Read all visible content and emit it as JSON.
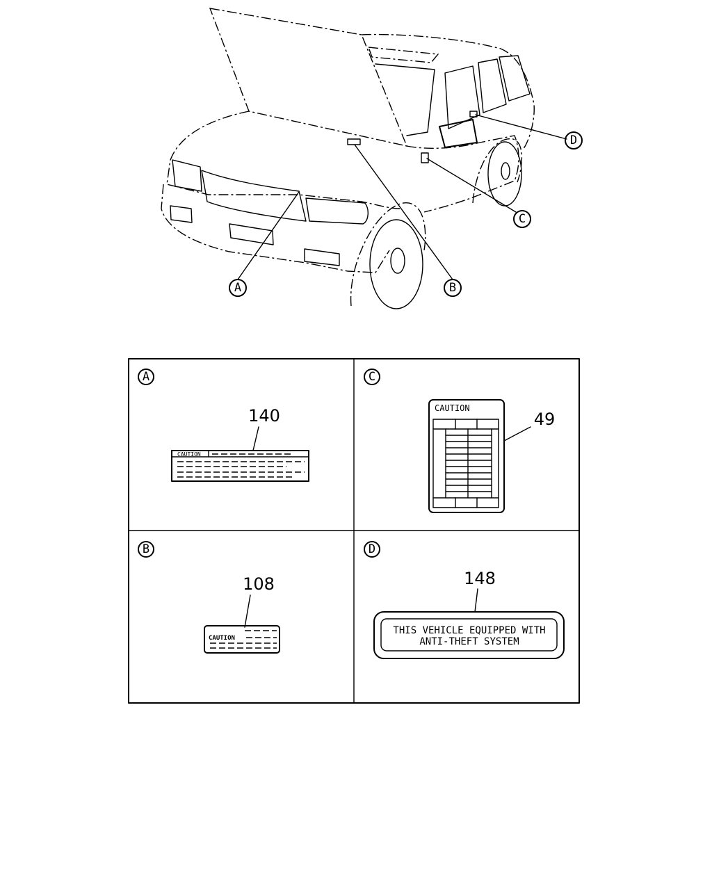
{
  "callouts": {
    "a": "A",
    "b": "B",
    "c": "C",
    "d": "D"
  },
  "panels": {
    "a": {
      "letter": "A",
      "part_number": "140",
      "label_title": "CAUTION"
    },
    "b": {
      "letter": "B",
      "part_number": "108",
      "label_title": "CAUTION"
    },
    "c": {
      "letter": "C",
      "part_number": "49",
      "label_title": "CAUTION"
    },
    "d": {
      "letter": "D",
      "part_number": "148",
      "label_line1": "THIS VEHICLE EQUIPPED WITH",
      "label_line2": "ANTI-THEFT SYSTEM"
    }
  }
}
